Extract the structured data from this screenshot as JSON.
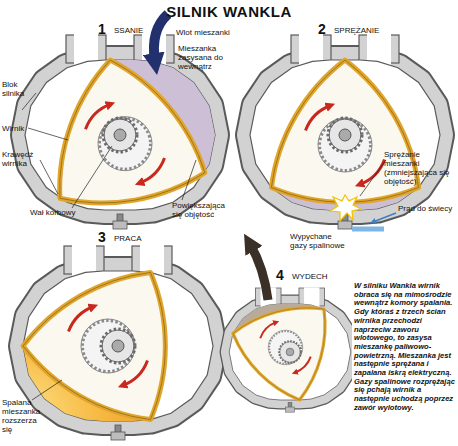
{
  "diagram": {
    "title": "SILNIK WANKLA",
    "caption": "W silniku Wankla wirnik obraca się na mimośrodzie wewnątrz komory spalania. Gdy któraś z trzech ścian wirnika przechodzi naprzeciw zaworu wlotowego, to zasysa mieszankę paliwowo-powietrzną. Mieszanka jest następnie sprężana i zapalana iskrą elektryczną. Gazy spalinowe rozprężając się pchają wirnik a następnie uchodzą poprzez zawór wylotowy.",
    "labels": [
      "1",
      "SSANIE",
      "Blok silnika",
      "Wlot mieszanki",
      "Mieszanka zasysana do wewnątrz",
      "Wirnik",
      "Krawędź wirnika",
      "Wał korbowy",
      "Powiększająca się objętość",
      "2",
      "SPRĘŻANIE",
      "Sprężanie mieszanki (zmniejszająca się objętość)",
      "Prąd do świecy",
      "3",
      "PRACA",
      "Spalana mieszanka rozszerza się",
      "4",
      "WYDECH",
      "Wypychane gazy spalinowe"
    ]
  }
}
